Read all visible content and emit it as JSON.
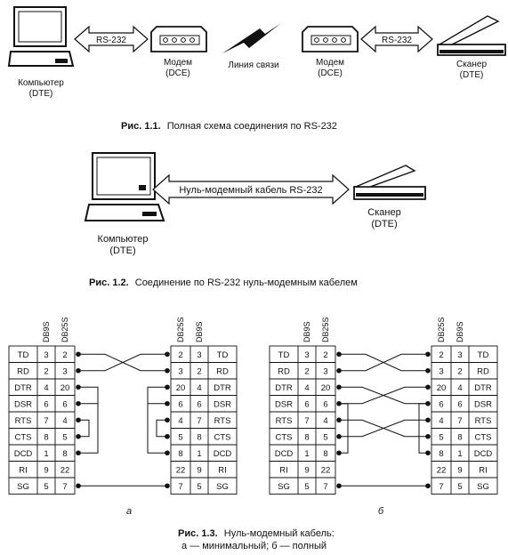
{
  "fig1": {
    "pc_label_1": "Компьютер",
    "pc_label_2": "(DTE)",
    "link_left": "RS-232",
    "modem_left_1": "Модем",
    "modem_left_2": "(DCE)",
    "line_label": "Линия связи",
    "modem_right_1": "Модем",
    "modem_right_2": "(DCE)",
    "link_right": "RS-232",
    "scanner_1": "Сканер",
    "scanner_2": "(DTE)",
    "caption_num": "Рис. 1.1.",
    "caption_text": "Полная схема соединения по RS-232"
  },
  "fig2": {
    "cable_label": "Нуль-модемный кабель RS-232",
    "pc_label_1": "Компьютер",
    "pc_label_2": "(DTE)",
    "scanner_1": "Сканер",
    "scanner_2": "(DTE)",
    "caption_num": "Рис. 1.2.",
    "caption_text": "Соединение по RS-232 нуль-модемным кабелем"
  },
  "fig3": {
    "headers": [
      "DB9S",
      "DB25S"
    ],
    "headers_right": [
      "DB25S",
      "DB9S"
    ],
    "rows": [
      {
        "sig": "TD",
        "db9": "3",
        "db25": "2"
      },
      {
        "sig": "RD",
        "db9": "2",
        "db25": "3"
      },
      {
        "sig": "DTR",
        "db9": "4",
        "db25": "20"
      },
      {
        "sig": "DSR",
        "db9": "6",
        "db25": "6"
      },
      {
        "sig": "RTS",
        "db9": "7",
        "db25": "4"
      },
      {
        "sig": "CTS",
        "db9": "8",
        "db25": "5"
      },
      {
        "sig": "DCD",
        "db9": "1",
        "db25": "8"
      },
      {
        "sig": "RI",
        "db9": "9",
        "db25": "22"
      },
      {
        "sig": "SG",
        "db9": "5",
        "db25": "7"
      }
    ],
    "sub_a": "а",
    "sub_b": "б",
    "caption_num": "Рис. 1.3.",
    "caption_text": "Нуль-модемный кабель:",
    "caption_line2": "а — минимальный; б — полный"
  }
}
